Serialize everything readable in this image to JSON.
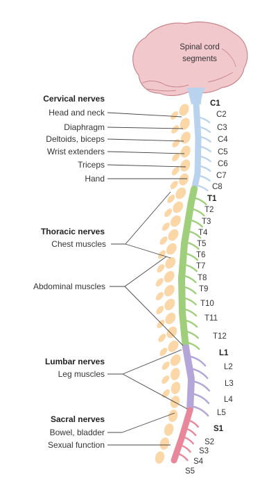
{
  "brain": {
    "title_line1": "Spinal cord",
    "title_line2": "segments"
  },
  "groups": {
    "cervical": "Cervical nerves",
    "thoracic": "Thoracic nerves",
    "lumbar": "Lumbar nerves",
    "sacral": "Sacral nerves"
  },
  "functions": {
    "head_neck": "Head and neck",
    "diaphragm": "Diaphragm",
    "deltoids": "Deltoids, biceps",
    "wrist": "Wrist extenders",
    "triceps": "Triceps",
    "hand": "Hand",
    "chest": "Chest muscles",
    "abdominal": "Abdominal muscles",
    "leg": "Leg muscles",
    "bowel": "Bowel, bladder",
    "sexual": "Sexual function"
  },
  "segments": {
    "cervical": [
      "C1",
      "C2",
      "C3",
      "C4",
      "C5",
      "C6",
      "C7",
      "C8"
    ],
    "thoracic": [
      "T1",
      "T2",
      "T3",
      "T4",
      "T5",
      "T6",
      "T7",
      "T8",
      "T9",
      "T10",
      "T11",
      "T12"
    ],
    "lumbar": [
      "L1",
      "L2",
      "L3",
      "L4",
      "L5"
    ],
    "sacral": [
      "S1",
      "S2",
      "S3",
      "S4",
      "S5"
    ]
  },
  "colors": {
    "brain_fill": "#f1c9cd",
    "brain_stroke": "#c9858d",
    "cervical": "#b9d3ee",
    "thoracic": "#9fcf7a",
    "lumbar": "#b4a6d8",
    "sacral": "#e8879a",
    "vertebra": "#fbd7a8",
    "leader": "#444444"
  }
}
